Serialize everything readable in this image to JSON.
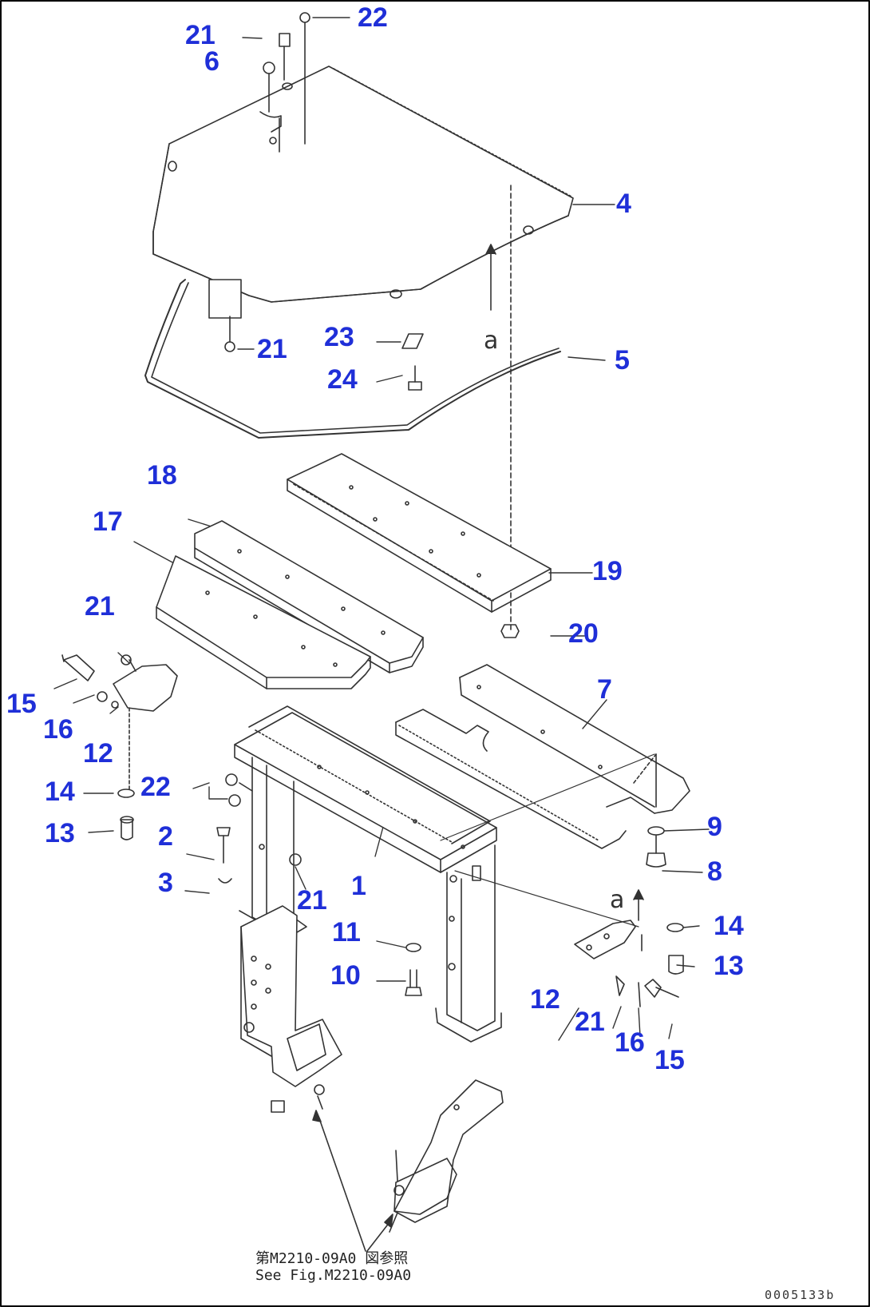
{
  "callouts": {
    "p1": "1",
    "p2": "2",
    "p3": "3",
    "p4": "4",
    "p5": "5",
    "p6": "6",
    "p7": "7",
    "p8": "8",
    "p9": "9",
    "p10": "10",
    "p11": "11",
    "p12a": "12",
    "p12b": "12",
    "p13a": "13",
    "p13b": "13",
    "p14a": "14",
    "p14b": "14",
    "p15a": "15",
    "p15b": "15",
    "p16a": "16",
    "p16b": "16",
    "p17": "17",
    "p18": "18",
    "p19": "19",
    "p20": "20",
    "p21a": "21",
    "p21b": "21",
    "p21c": "21",
    "p21d": "21",
    "p21e": "21",
    "p22a": "22",
    "p22b": "22",
    "p23": "23",
    "p24": "24"
  },
  "marks": {
    "a_upper": "a",
    "a_lower": "a"
  },
  "reference": {
    "line_cn": "第M2210-09A0 図参照",
    "line_en": "See Fig.M2210-09A0"
  },
  "drawing_number": "0005133b",
  "colors": {
    "callout": "#1f2fd8",
    "line": "#333333",
    "frame": "#000000"
  }
}
